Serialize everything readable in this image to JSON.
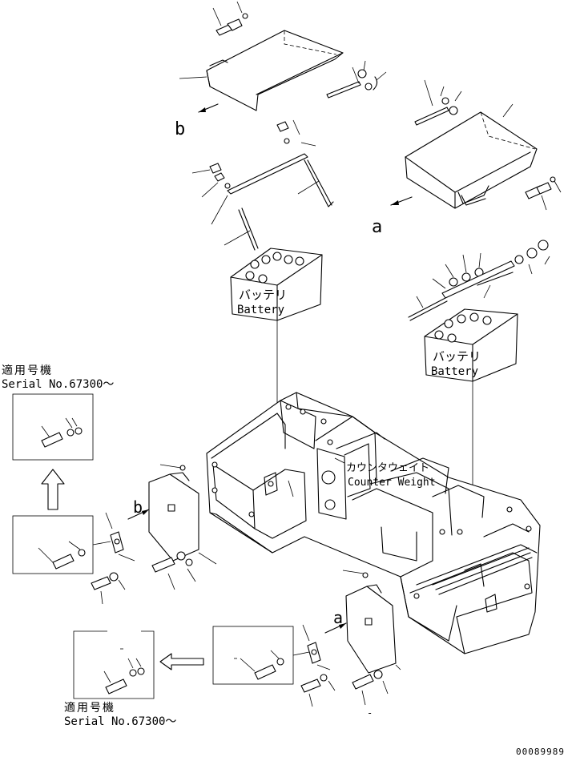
{
  "labels": {
    "battery_jp": "バッテリ",
    "battery_en": "Battery",
    "counterweight_jp": "カウンタウェイト",
    "counterweight_en": "Counter Weight",
    "serial_heading_jp": "適用号機",
    "serial_no": "Serial No.67300～",
    "view_a": "a",
    "view_b": "b",
    "dash_mark": "-",
    "drawing_number": "00089989"
  }
}
